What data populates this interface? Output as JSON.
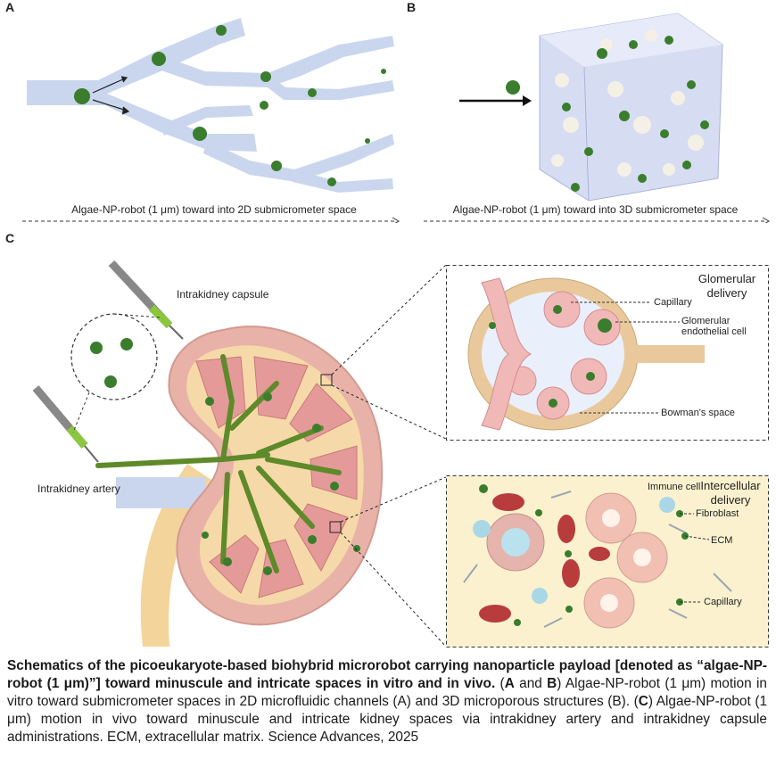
{
  "panels": {
    "a": {
      "letter": "A",
      "caption": "Algae-NP-robot (1 μm) toward into 2D submicrometer space"
    },
    "b": {
      "letter": "B",
      "caption": "Algae-NP-robot (1 μm) toward into 3D submicrometer space"
    },
    "c": {
      "letter": "C",
      "capsule_label": "Intrakidney capsule",
      "artery_label": "Intrakidney artery",
      "glomerular": {
        "title_line1": "Glomerular",
        "title_line2": "delivery",
        "capillary": "Capillary",
        "endothelial_line1": "Glomerular",
        "endothelial_line2": "endothelial cell",
        "bowman": "Bowman's space"
      },
      "intercellular": {
        "title_line1": "Intercellular",
        "title_line2": "delivery",
        "immune": "Immune cell",
        "fibroblast": "Fibroblast",
        "ecm": "ECM",
        "capillary": "Capillary"
      }
    }
  },
  "caption": {
    "bold": "Schematics of the picoeukaryote-based biohybrid microrobot carrying nanoparticle payload [denoted as “algae-NP-robot (1 μm)”] toward minuscule and intricate spaces in vitro and in vivo.",
    "open_paren": " (",
    "ref_a": "A",
    "and_word": " and ",
    "ref_b": "B",
    "part1": ") Algae-NP-robot (1 μm) motion in vitro toward submicrometer spaces in 2D microfluidic channels (A) and 3D microporous structures (B). (",
    "ref_c": "C",
    "part2": ") Algae-NP-robot (1 μm) motion in vivo toward minuscule and intricate kidney spaces via intrakidney artery and intrakidney capsule administrations. ECM, extracellular matrix. Science Advances, 2025"
  }
}
